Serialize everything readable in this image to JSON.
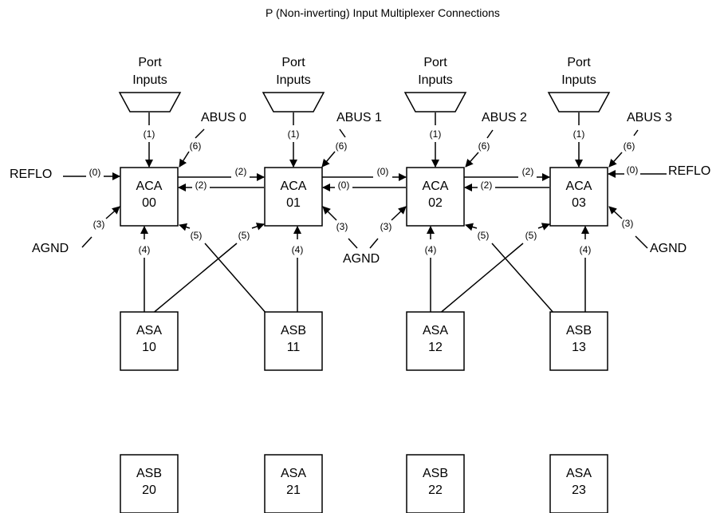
{
  "title": "P (Non-inverting) Input Multiplexer Connections",
  "ports": [
    {
      "line1": "Port",
      "line2": "Inputs"
    },
    {
      "line1": "Port",
      "line2": "Inputs"
    },
    {
      "line1": "Port",
      "line2": "Inputs"
    },
    {
      "line1": "Port",
      "line2": "Inputs"
    }
  ],
  "aca": [
    {
      "line1": "ACA",
      "line2": "00"
    },
    {
      "line1": "ACA",
      "line2": "01"
    },
    {
      "line1": "ACA",
      "line2": "02"
    },
    {
      "line1": "ACA",
      "line2": "03"
    }
  ],
  "analog_row1": [
    {
      "line1": "ASA",
      "line2": "10"
    },
    {
      "line1": "ASB",
      "line2": "11"
    },
    {
      "line1": "ASA",
      "line2": "12"
    },
    {
      "line1": "ASB",
      "line2": "13"
    }
  ],
  "analog_row2": [
    {
      "line1": "ASB",
      "line2": "20"
    },
    {
      "line1": "ASA",
      "line2": "21"
    },
    {
      "line1": "ASB",
      "line2": "22"
    },
    {
      "line1": "ASA",
      "line2": "23"
    }
  ],
  "abus": [
    "ABUS 0",
    "ABUS 1",
    "ABUS 2",
    "ABUS 3"
  ],
  "signals": {
    "reflo": "REFLO",
    "agnd": "AGND"
  },
  "input_numbers": {
    "n0": "(0)",
    "n1": "(1)",
    "n2": "(2)",
    "n3": "(3)",
    "n4": "(4)",
    "n5": "(5)",
    "n6": "(6)"
  }
}
